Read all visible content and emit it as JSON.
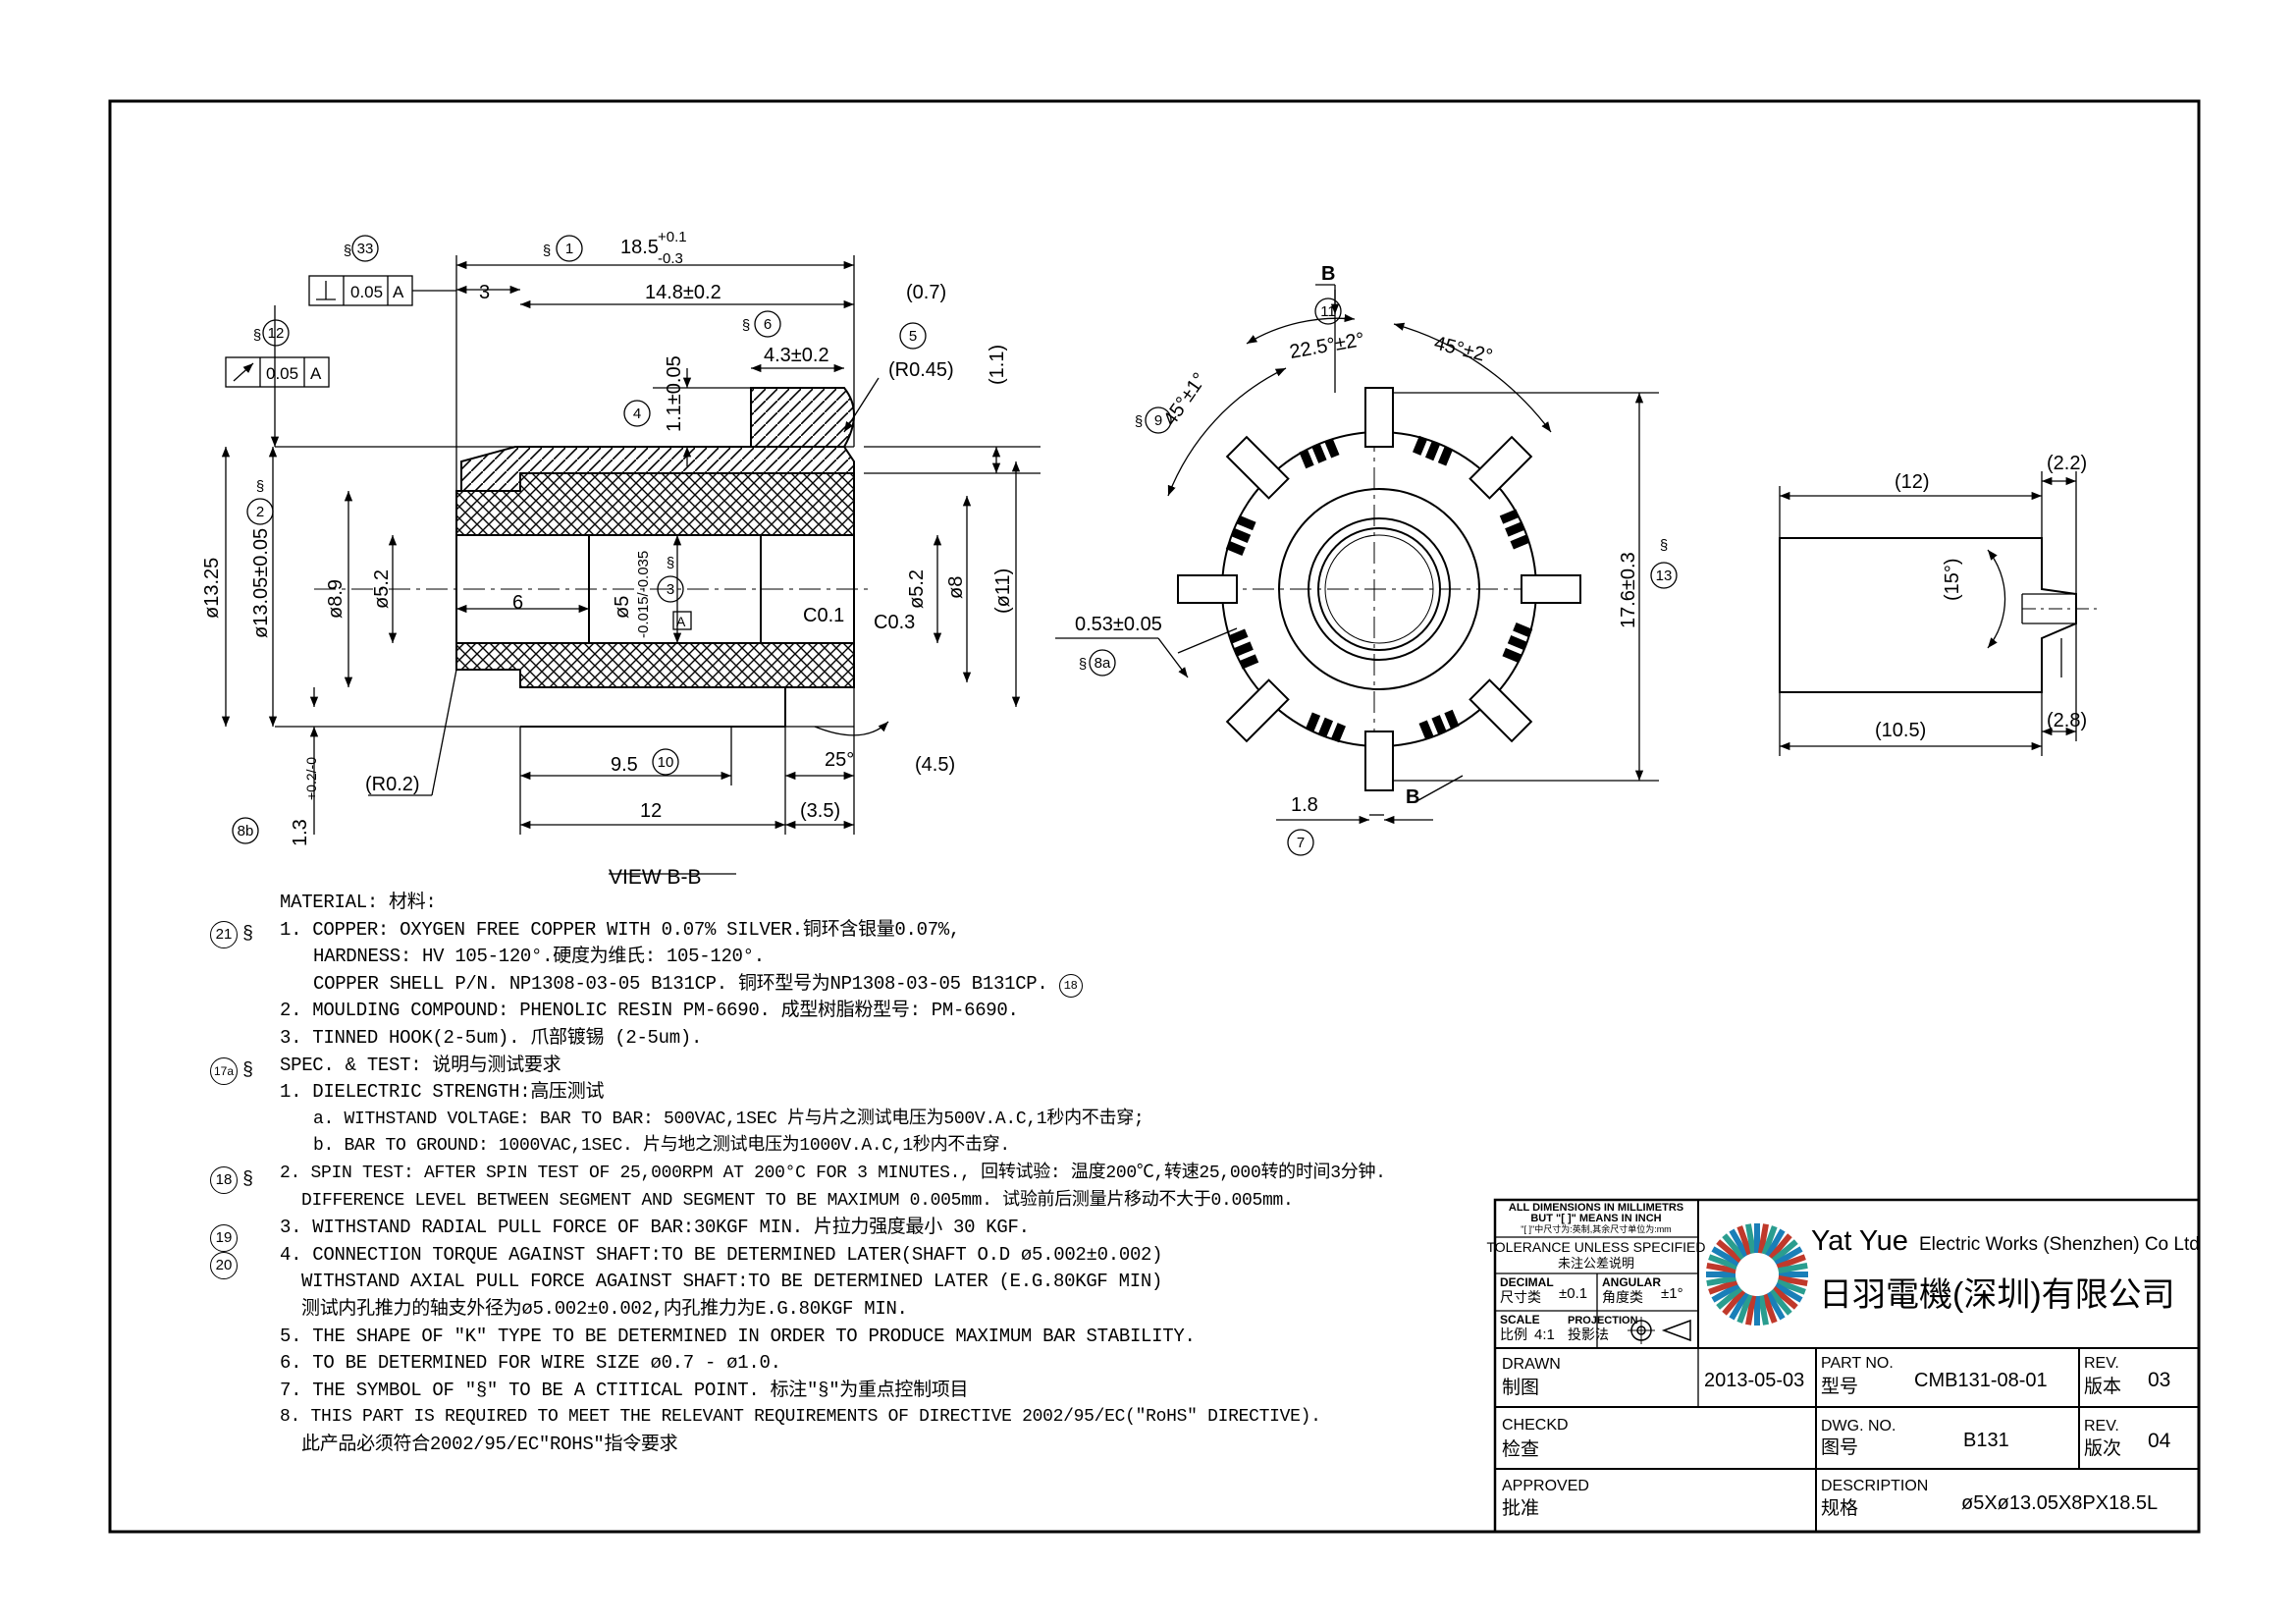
{
  "view_label": "VIEW B-B",
  "section_marks": {
    "b_top": "B",
    "b_bottom": "B"
  },
  "feature_refs": {
    "r1": "1",
    "r2": "2",
    "r3": "3",
    "r4": "4",
    "r5": "5",
    "r6": "6",
    "r7": "7",
    "r8a": "8a",
    "r8b": "8b",
    "r9": "9",
    "r10": "10",
    "r11": "11",
    "r12": "12",
    "r13": "13",
    "r33": "33"
  },
  "dimensions": {
    "total_length_main": "18.5",
    "total_length_tol_up": "+0.1",
    "total_length_tol_dn": "-0.3",
    "hook_length": "3",
    "body_length": "14.8±0.2",
    "end_gap": "(0.7)",
    "slot_width": "4.3±0.2",
    "hook_radius": "(R0.45)",
    "hook_height": "1.1±0.05",
    "end_height": "(1.1)",
    "od_13_25": "ø13.25",
    "od_13_05": "ø13.05±0.05",
    "d_8_9": "ø8.9",
    "d_5_2_left": "ø5.2",
    "bore_len": "6",
    "bore_d_main": "ø5",
    "bore_d_tol": "-0.015/-0.035",
    "chamfer_01": "C0.1",
    "chamfer_03": "C0.3",
    "d_5_2_right": "ø5.2",
    "d_8": "ø8",
    "d_11": "(ø11)",
    "datum_a": "A",
    "r02": "(R0.2)",
    "len_9_5": "9.5",
    "angle_25": "25°",
    "len_4_5": "(4.5)",
    "len_12": "12",
    "len_3_5": "(3.5)",
    "hook_base_h": "1.3",
    "hook_base_tol": "+0.2/-0",
    "perp_tol": "0.05",
    "runout_tol": "0.05",
    "ang_22_5": "22.5°±2°",
    "ang_45_right": "45°±2°",
    "ang_45_left": "45°±1°",
    "gap_053": "0.53±0.05",
    "bar_w": "1.8",
    "height_17_6": "17.6±0.3",
    "hook_len_12": "(12)",
    "hook_2_2": "(2.2)",
    "hook_15": "(15°)",
    "hook_10_5": "(10.5)",
    "hook_2_8": "(2.8)"
  },
  "notes": {
    "material": "MATERIAL: 材料:",
    "n1": "1. COPPER: OXYGEN FREE COPPER WITH 0.07% SILVER.铜环含银量0.07%,",
    "n1a": "HARDNESS: HV 105-120°.硬度为维氏: 105-120°.",
    "n1b": "COPPER SHELL P/N.  NP1308-03-05 B131CP. 铜环型号为NP1308-03-05 B131CP.",
    "n1b_ref": "18",
    "n2": "2. MOULDING COMPOUND: PHENOLIC RESIN PM-6690. 成型树脂粉型号: PM-6690.",
    "n3": "3. TINNED HOOK(2-5um). 爪部镀锡 (2-5um).",
    "spec": "SPEC. & TEST: 说明与测试要求",
    "s1": "1. DIELECTRIC STRENGTH:高压测试",
    "s1a": "a. WITHSTAND VOLTAGE: BAR TO BAR: 500VAC,1SEC 片与片之测试电压为500V.A.C,1秒内不击穿;",
    "s1b": "b. BAR TO GROUND: 1000VAC,1SEC. 片与地之测试电压为1000V.A.C,1秒内不击穿.",
    "s2": "2. SPIN TEST: AFTER SPIN TEST OF 25,000RPM AT 200°C FOR 3 MINUTES., 回转试验: 温度200℃,转速25,000转的时间3分钟.",
    "s2a": "DIFFERENCE LEVEL BETWEEN SEGMENT AND SEGMENT TO BE MAXIMUM 0.005mm. 试验前后测量片移动不大于0.005mm.",
    "s3": "3. WITHSTAND RADIAL PULL FORCE OF BAR:30KGF MIN. 片拉力强度最小 30 KGF.",
    "s4": "4. CONNECTION TORQUE AGAINST SHAFT:TO BE DETERMINED LATER(SHAFT O.D ø5.002±0.002)",
    "s4a": "WITHSTAND AXIAL PULL FORCE AGAINST SHAFT:TO BE DETERMINED LATER (E.G.80KGF MIN)",
    "s4b": "测试内孔推力的轴支外径为ø5.002±0.002,内孔推力为E.G.80KGF MIN.",
    "s5": "5. THE SHAPE OF \"K\" TYPE TO BE DETERMINED IN ORDER TO PRODUCE MAXIMUM BAR STABILITY.",
    "s6": "6. TO BE DETERMINED FOR WIRE SIZE ø0.7 - ø1.0.",
    "s7": "7. THE SYMBOL OF \"§\" TO BE A CTITICAL POINT. 标注\"§\"为重点控制项目",
    "s8": "8. THIS PART IS REQUIRED TO MEET THE RELEVANT REQUIREMENTS OF DIRECTIVE 2002/95/EC(\"RoHS\" DIRECTIVE).",
    "s8a": "此产品必须符合2002/95/EC\"ROHS\"指令要求",
    "refs": {
      "r21": "21",
      "r17a": "17a",
      "r18": "18",
      "r19": "19",
      "r20": "20"
    }
  },
  "title_block": {
    "dim_note_1": "ALL DIMENSIONS IN MILLIMETRS",
    "dim_note_2": "BUT \"[ ]\" MEANS IN INCH",
    "dim_note_3": "\"[ ]\"中尺寸为:英制,其余尺寸单位为:mm",
    "tol_title": "TOLERANCE UNLESS SPECIFIED",
    "tol_title_cn": "未注公差说明",
    "decimal": "DECIMAL",
    "decimal_cn": "尺寸类",
    "decimal_val": "±0.1",
    "angular": "ANGULAR",
    "angular_cn": "角度类",
    "angular_val": "±1°",
    "scale": "SCALE",
    "scale_cn": "比例",
    "scale_val": "4:1",
    "projection": "PROJECTION",
    "projection_cn": "投影法",
    "company_en_big": "Yat Yue",
    "company_en_rest": "Electric Works (Shenzhen) Co Ltd",
    "company_cn": "日羽電機(深圳)有限公司",
    "drawn": "DRAWN",
    "drawn_cn": "制图",
    "date": "2013-05-03",
    "part_no": "PART NO.",
    "part_no_cn": "型号",
    "part_no_val": "CMB131-08-01",
    "rev": "REV.",
    "rev_cn": "版本",
    "rev_val": "03",
    "checkd": "CHECKD",
    "checkd_cn": "检查",
    "dwg_no": "DWG. NO.",
    "dwg_no_cn": "图号",
    "dwg_no_val": "B131",
    "rev2": "REV.",
    "rev2_cn": "版次",
    "rev2_val": "04",
    "approved": "APPROVED",
    "approved_cn": "批准",
    "description": "DESCRIPTION",
    "description_cn": "规格",
    "description_val": "ø5Xø13.05X8PX18.5L"
  }
}
